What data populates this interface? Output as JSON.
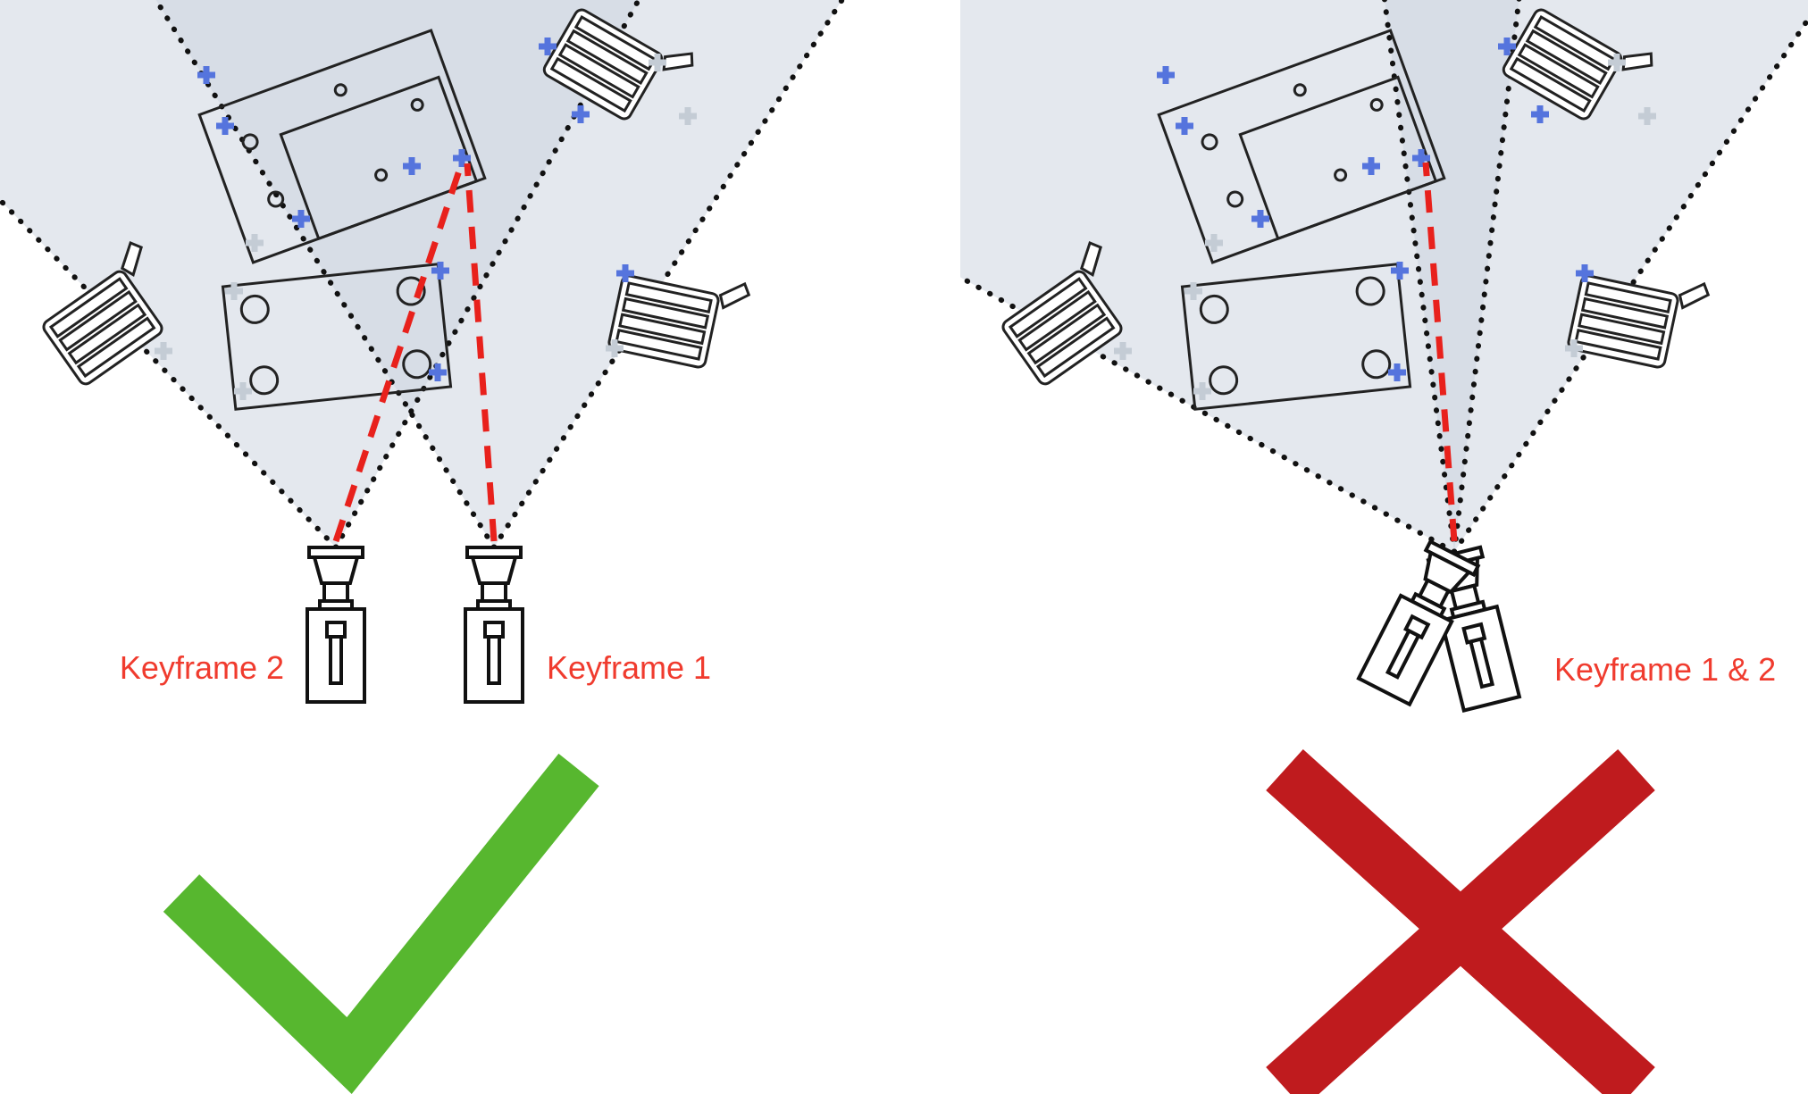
{
  "colors": {
    "label_red": "#f03b2e",
    "dash_red": "#e8211c",
    "check_green": "#57b72f",
    "cross_red": "#bf1b1e",
    "frustum_fill": "#c9d2dd",
    "marker_blue": "#5574dd",
    "marker_gray": "#c4ccd5",
    "line_black": "#111111"
  },
  "left_panel": {
    "camera_labels": [
      {
        "text": "Keyframe 2"
      },
      {
        "text": "Keyframe 1"
      }
    ],
    "verdict_icon": "checkmark"
  },
  "right_panel": {
    "camera_label": {
      "text": "Keyframe 1 & 2"
    },
    "verdict_icon": "cross"
  }
}
